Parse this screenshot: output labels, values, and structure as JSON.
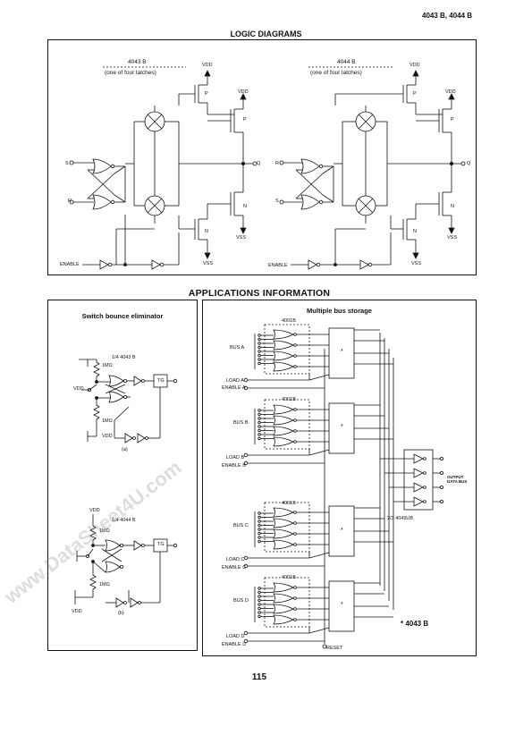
{
  "header": {
    "part_numbers": "4043 B,  4044 B"
  },
  "logic": {
    "title": "LOGIC DIAGRAMS",
    "left": {
      "part": "4043 B",
      "subtitle": "(one of four latches)",
      "in1": "S",
      "in2": "R"
    },
    "right": {
      "part": "4044 B",
      "subtitle": "(one of four latches)",
      "in1": "R",
      "in2": "S"
    },
    "vdd": "VDD",
    "vss": "VSS",
    "q": "Q",
    "enable": "ENABLE",
    "p": "P",
    "n": "N"
  },
  "apps": {
    "title": "APPLICATIONS INFORMATION",
    "switch": {
      "title": "Switch bounce eliminator",
      "a_part": "1/4  4043 B",
      "a_caption": "(a)",
      "b_part": "1/4  4044 B",
      "b_caption": "(b)",
      "res": "1MΩ",
      "vdd": "VDD",
      "tg": "TG"
    },
    "bus": {
      "title": "Multiple bus storage",
      "chip": "4001B",
      "buses": [
        "BUS A",
        "BUS B",
        "BUS C",
        "BUS D"
      ],
      "loads": [
        "LOAD A",
        "LOAD B",
        "LOAD C",
        "LOAD D"
      ],
      "enables": [
        "ENABLE A",
        "ENABLE B",
        "ENABLE C",
        "ENABLE D"
      ],
      "star": "*",
      "buffer": "2/3  4049UB",
      "output": "OUTPUT DATA BUS",
      "reset": "RESET",
      "note": "* 4043 B"
    }
  },
  "footer": {
    "page": "115"
  },
  "watermark": "www.DataSheet4U.com"
}
